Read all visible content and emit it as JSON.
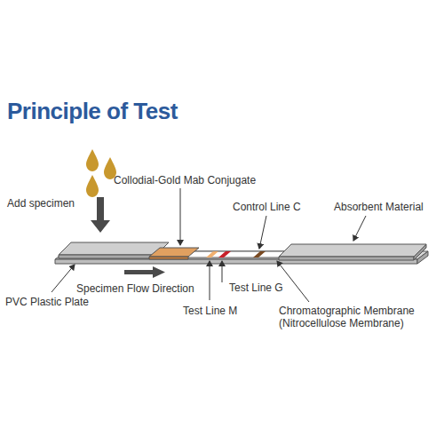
{
  "diagram": {
    "title": "Principle of Test",
    "labels": [
      "Add specimen",
      "Collodial-Gold Mab Conjugate",
      "Control Line C",
      "Absorbent Material",
      "PVC Plastic Plate",
      "Specimen Flow Direction",
      "Test Line G",
      "Test Line M",
      "Chromatographic Membrane (Nitrocellulose Membrane)"
    ]
  }
}
